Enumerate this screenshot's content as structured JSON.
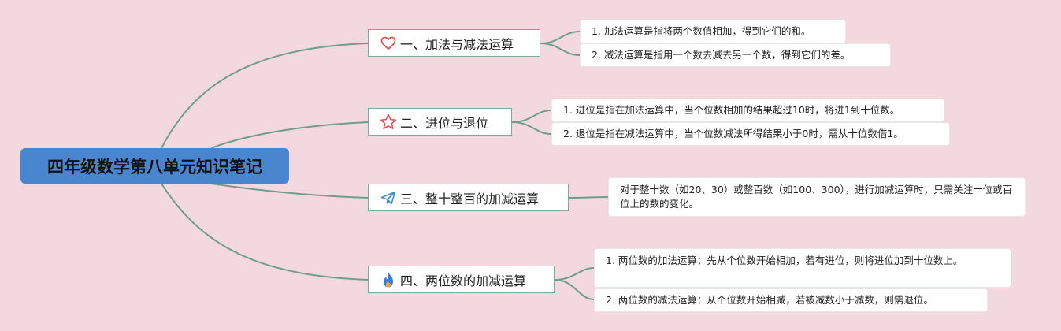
{
  "root": {
    "title": "四年级数学第八单元知识笔记"
  },
  "colors": {
    "background": "#f3d9df",
    "root": "#4a86cf",
    "line": "#6e9d8e",
    "topic_border": "#7fa99c"
  },
  "branches": [
    {
      "icon": "heart-icon",
      "title": "一、加法与减法运算",
      "items": [
        "1. 加法运算是指将两个数值相加，得到它们的和。",
        "2. 减法运算是指用一个数去减去另一个数，得到它们的差。"
      ]
    },
    {
      "icon": "star-icon",
      "title": "二、进位与退位",
      "items": [
        "1. 进位是指在加法运算中，当个位数相加的结果超过10时，将进1到十位数。",
        "2. 退位是指在减法运算中，当个位数减法所得结果小于0时，需从十位数借1。"
      ]
    },
    {
      "icon": "paper-plane-icon",
      "title": "三、整十整百的加减运算",
      "items": [
        "对于整十数（如20、30）或整百数（如100、300），进行加减运算时，只需关注十位或百位上的数的变化。"
      ]
    },
    {
      "icon": "fire-icon",
      "title": "四、两位数的加减运算",
      "items": [
        "1. 两位数的加法运算：先从个位数开始相加，若有进位，则将进位加到十位数上。",
        "2. 两位数的减法运算：从个位数开始相减，若被减数小于减数，则需退位。"
      ]
    }
  ]
}
